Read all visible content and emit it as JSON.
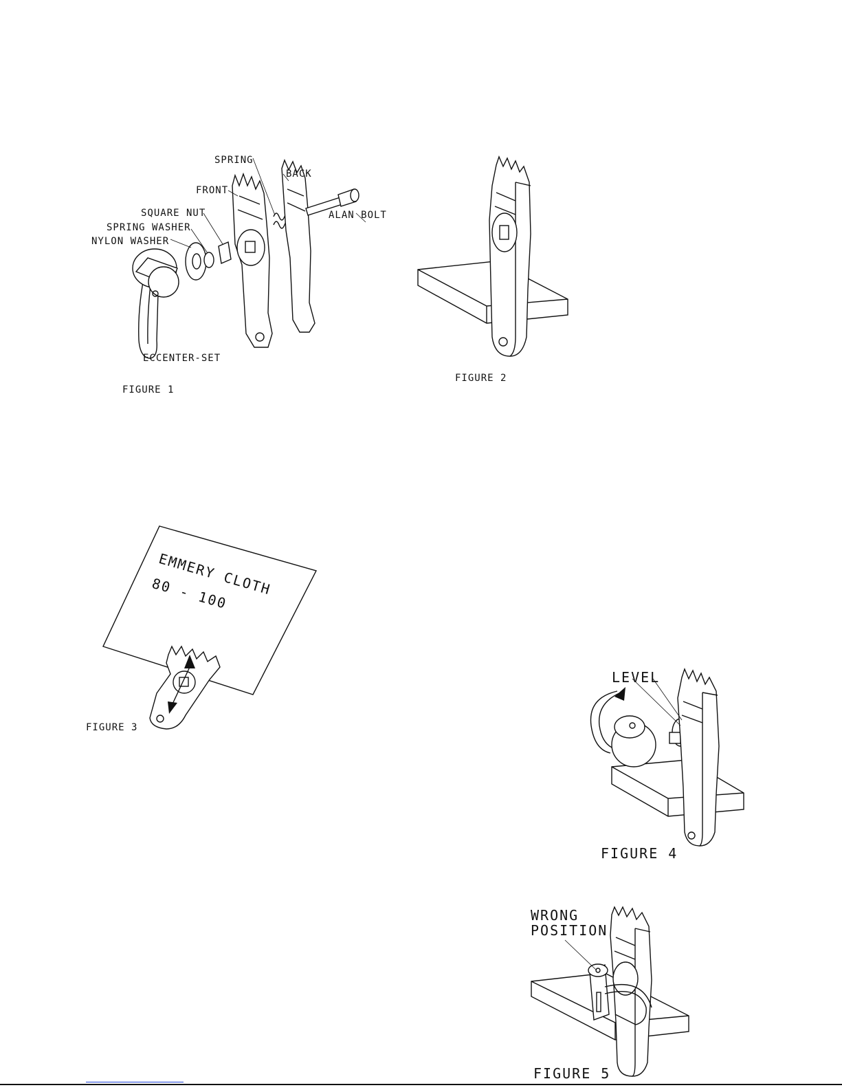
{
  "figure1": {
    "caption": "FIGURE 1",
    "labels": {
      "spring": "SPRING",
      "back": "BACK",
      "front": "FRONT",
      "square_nut": "SQUARE NUT",
      "spring_washer": "SPRING WASHER",
      "nylon_washer": "NYLON WASHER",
      "alan_bolt": "ALAN BOLT",
      "eccenter_set": "ECCENTER-SET"
    }
  },
  "figure2": {
    "caption": "FIGURE 2"
  },
  "figure3": {
    "caption": "FIGURE 3",
    "cloth_line1": "EMMERY CLOTH",
    "cloth_line2": "80 - 100"
  },
  "figure4": {
    "caption": "FIGURE 4",
    "label": "LEVEL"
  },
  "figure5": {
    "caption": "FIGURE 5",
    "label_line1": "WRONG",
    "label_line2": "POSITION"
  },
  "colors": {
    "ink": "#111111",
    "link": "#1a3fd4"
  }
}
